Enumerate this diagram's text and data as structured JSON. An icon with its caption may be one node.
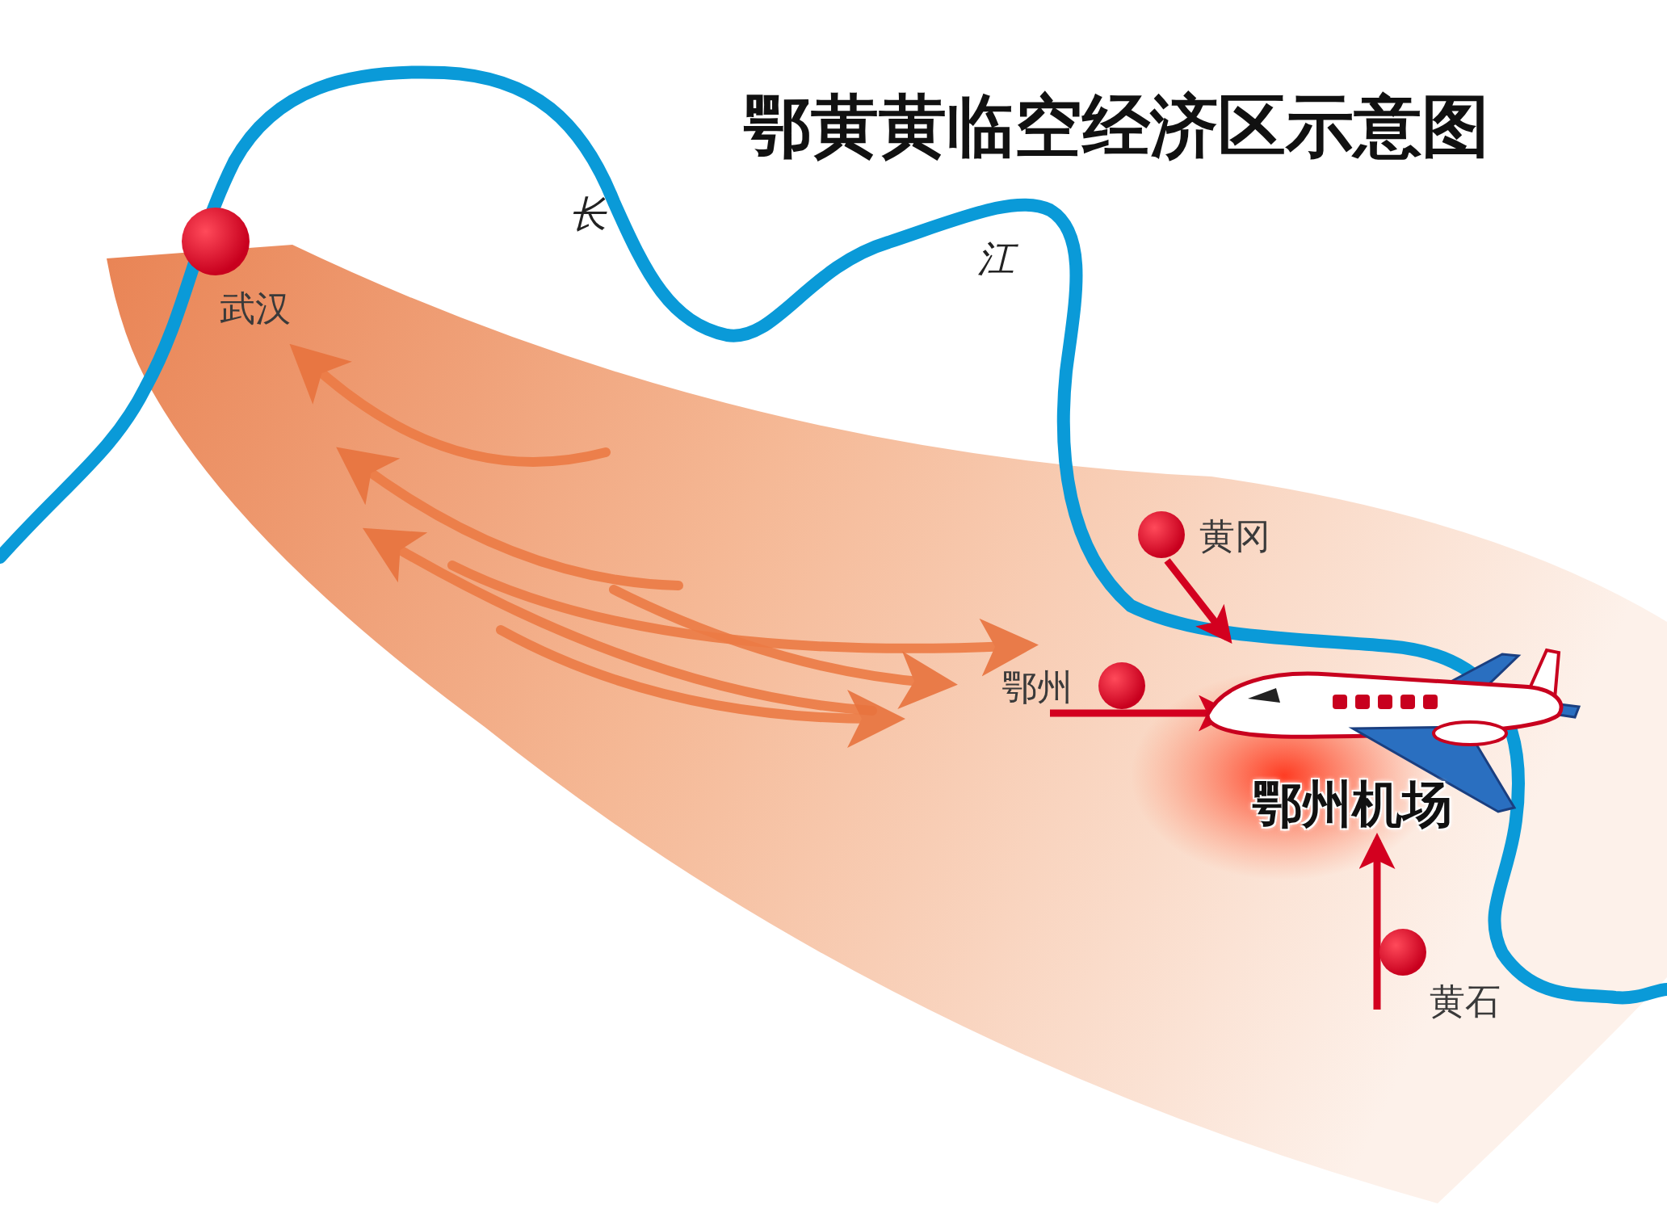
{
  "diagram": {
    "title": "鄂黄黄临空经济区示意图",
    "nodes": [
      {
        "text": [
          "武汉"
        ]
      },
      {
        "text": [
          "黄冈"
        ]
      },
      {
        "text": [
          "鄂州"
        ]
      },
      {
        "text": [
          "黄石"
        ]
      },
      {
        "text": [
          "鄂州机场"
        ]
      }
    ],
    "edges": [
      {
        "from": 1,
        "to": 4,
        "arrow": "to"
      },
      {
        "from": 2,
        "to": 4,
        "arrow": "to"
      },
      {
        "from": 3,
        "to": 4,
        "arrow": "to"
      }
    ],
    "labels": [
      "长",
      "江"
    ]
  }
}
